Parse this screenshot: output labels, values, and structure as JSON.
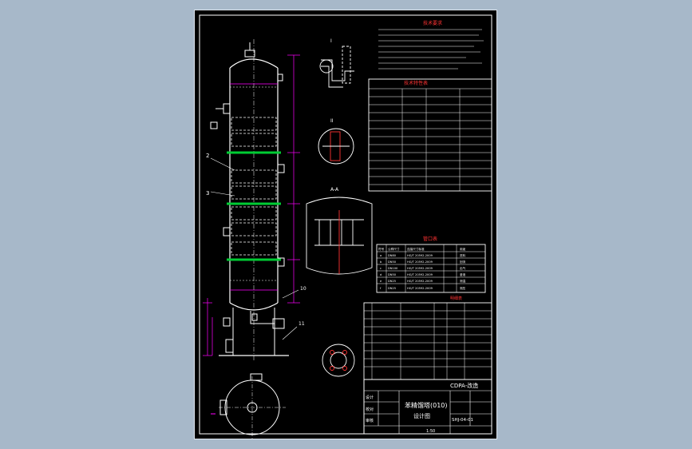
{
  "title_block": {
    "project": "CDPA-改造",
    "drawing_title": "苯精馏塔(010)",
    "drawing_subtitle": "设计图",
    "drawing_no": "SHJ-04-01",
    "designer_label": "设计",
    "checker_label": "审核",
    "proofer_label": "校对",
    "scale": "1:50"
  },
  "tables": {
    "tech_notes_title": "技术要求",
    "spec_table_title": "技术特性表",
    "nozzle_table_title": "管口表",
    "parts_table_title": "明细表",
    "nozzle_headers": [
      "符号",
      "公称尺寸",
      "连接尺寸标准",
      "用途"
    ],
    "nozzle_rows": [
      [
        "a",
        "DN80",
        "HG/T 20592-2009",
        "进料"
      ],
      [
        "b",
        "DN50",
        "HG/T 20592-2009",
        "回流"
      ],
      [
        "c",
        "DN100",
        "HG/T 20592-2009",
        "出气"
      ],
      [
        "d",
        "DN50",
        "HG/T 20592-2009",
        "釜液"
      ],
      [
        "e",
        "DN25",
        "HG/T 20592-2009",
        "测温"
      ],
      [
        "f",
        "DN25",
        "HG/T 20592-2009",
        "测压"
      ]
    ]
  },
  "labels": {
    "detail_1": "I",
    "detail_2": "II",
    "detail_3": "A-A",
    "callout_2": "2",
    "callout_3": "3",
    "callout_10": "10",
    "callout_11": "11"
  },
  "colors": {
    "sheet": "#000000",
    "line": "#ffffff",
    "dimension": "#ff00ff",
    "plate": "#00cc33",
    "title": "#ff3333",
    "frame": "#ffffff"
  }
}
